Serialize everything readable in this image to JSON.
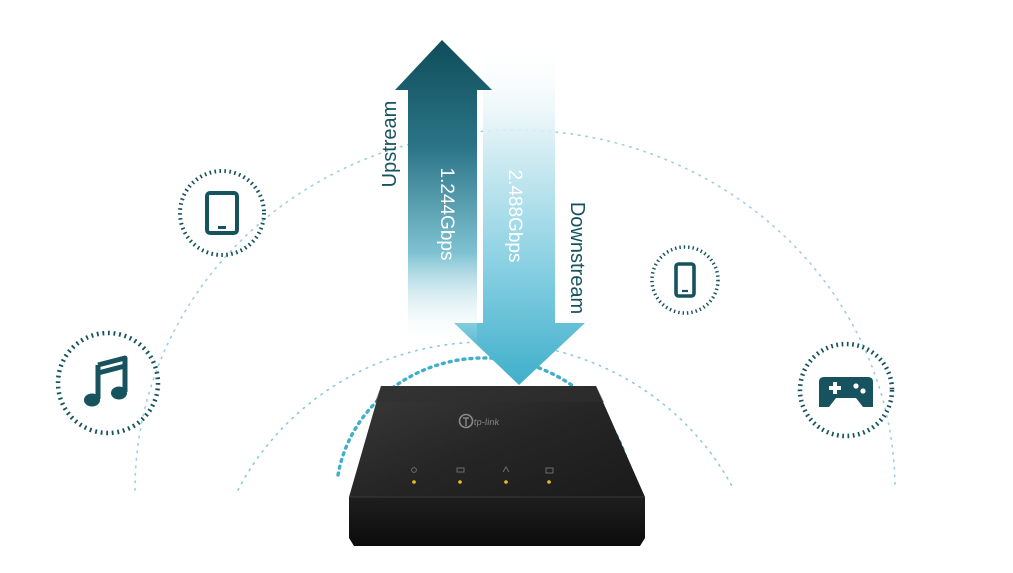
{
  "labels": {
    "upstream": "Upstream",
    "upstream_speed": "1.244Gbps",
    "downstream_speed": "2.488Gbps",
    "downstream": "Downstream",
    "brand": "tp-link"
  },
  "device_icons": [
    {
      "name": "tablet-icon"
    },
    {
      "name": "music-note-icon"
    },
    {
      "name": "smartphone-icon"
    },
    {
      "name": "gamepad-icon"
    }
  ],
  "device_leds": [
    "power-led",
    "pon-led",
    "los-led",
    "lan-led"
  ],
  "colors": {
    "upstream_arrow": "#16535f",
    "downstream_arrow": "#4fb7cf",
    "icon": "#16535f",
    "router_body": "#1b1b1b",
    "led": "#e8c11c",
    "wave_dots": "#4fb7cf"
  }
}
